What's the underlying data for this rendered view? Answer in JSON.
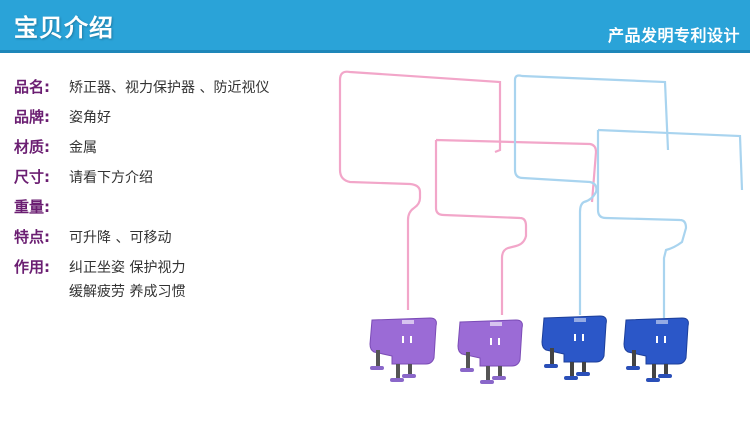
{
  "header": {
    "title": "宝贝介绍",
    "tagline": "产品发明专利设计"
  },
  "specs": [
    {
      "label": "品名:",
      "value": "矫正器、视力保护器 、防近视仪"
    },
    {
      "label": "品牌:",
      "value": "姿角好"
    },
    {
      "label": "材质:",
      "value": "金属"
    },
    {
      "label": "尺寸:",
      "value": "请看下方介绍"
    },
    {
      "label": "重量:",
      "value": ""
    },
    {
      "label": "特点:",
      "value": "可升降 、可移动"
    },
    {
      "label": "作用:",
      "value": "纠正坐姿   保护视力",
      "value2": "缓解疲劳   养成习惯"
    }
  ],
  "colors": {
    "header_bg": "#2aa3d8",
    "label": "#6b1e72",
    "pink_rod": "#f2a6c9",
    "blue_rod": "#a9d4ef",
    "purple_clamp": "#9b6bd6",
    "blue_clamp": "#2b57c8"
  },
  "product_image": {
    "variants": [
      "pink-purple",
      "pink-purple",
      "blue-blue",
      "blue-blue"
    ]
  }
}
